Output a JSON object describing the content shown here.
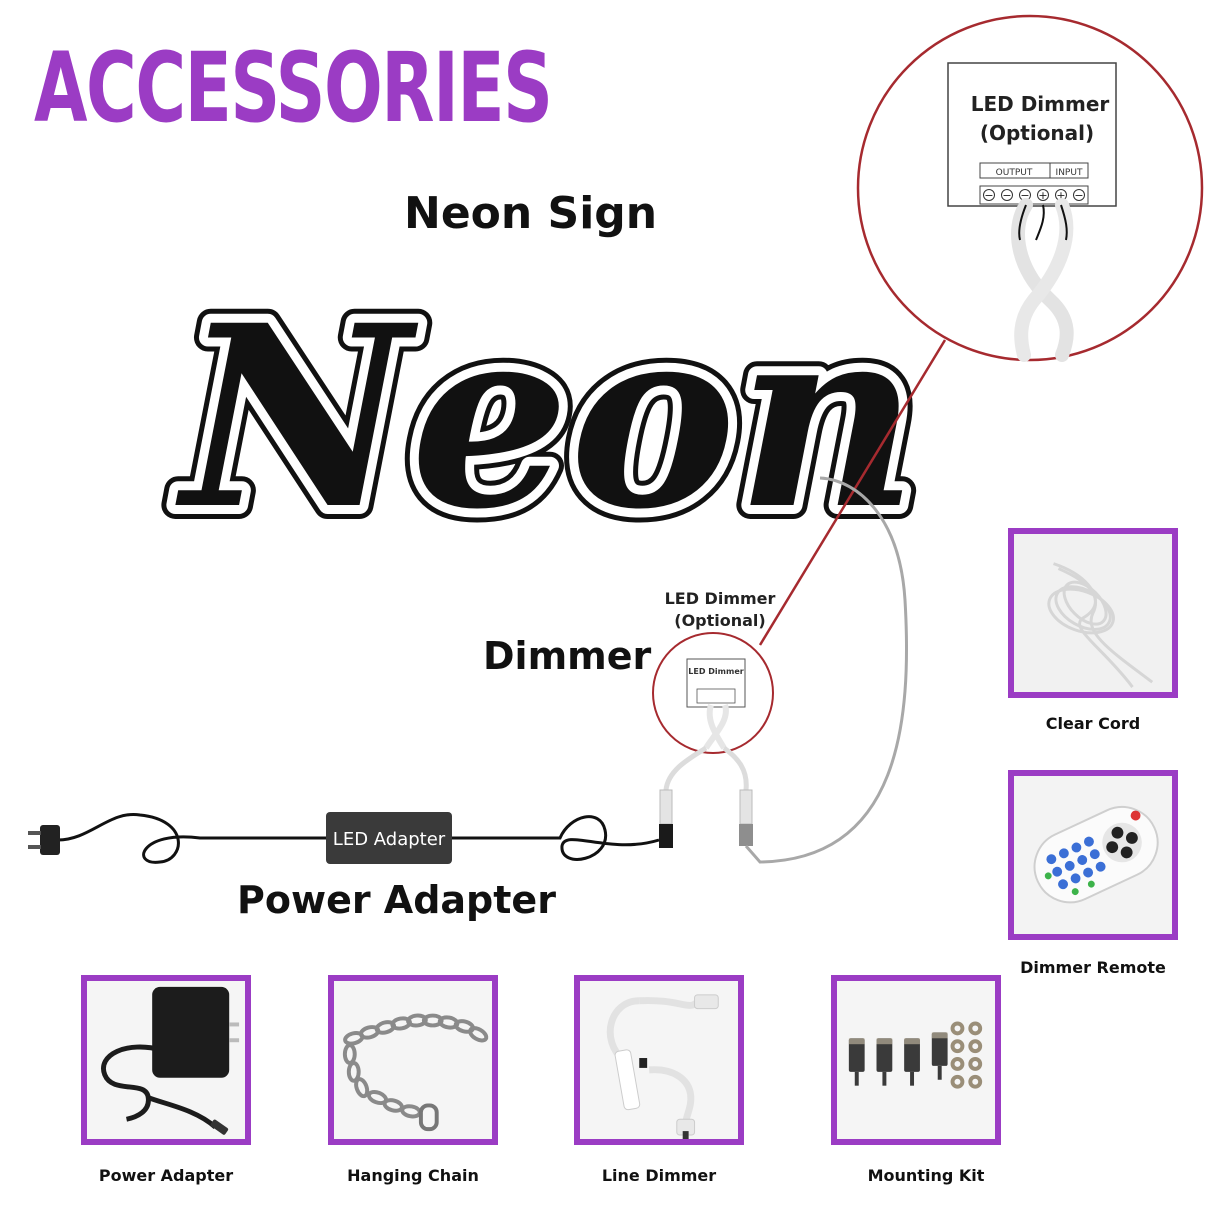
{
  "header": {
    "title": "ACCESSORIES"
  },
  "diagram": {
    "sign_label": "Neon Sign",
    "sign_word": "Neon",
    "dimmer_label": "Dimmer",
    "adapter_label": "Power Adapter",
    "adapter_box_text": "LED Adapter",
    "dimmer_callout_line1": "LED Dimmer",
    "dimmer_callout_line2": "(Optional)",
    "zoom_box_line1": "LED Dimmer",
    "zoom_box_line2": "(Optional)",
    "zoom_output": "OUTPUT",
    "zoom_input": "INPUT",
    "small_box_text": "LED Dimmer"
  },
  "accessories": {
    "clear_cord": "Clear Cord",
    "dimmer_remote": "Dimmer Remote",
    "power_adapter": "Power Adapter",
    "hanging_chain": "Hanging Chain",
    "line_dimmer": "Line Dimmer",
    "mounting_kit": "Mounting Kit"
  },
  "colors": {
    "accent": "#9b3cc4",
    "callout": "#a62a2f",
    "cable_dark": "#111111",
    "cable_gray": "#a8a8a8"
  }
}
